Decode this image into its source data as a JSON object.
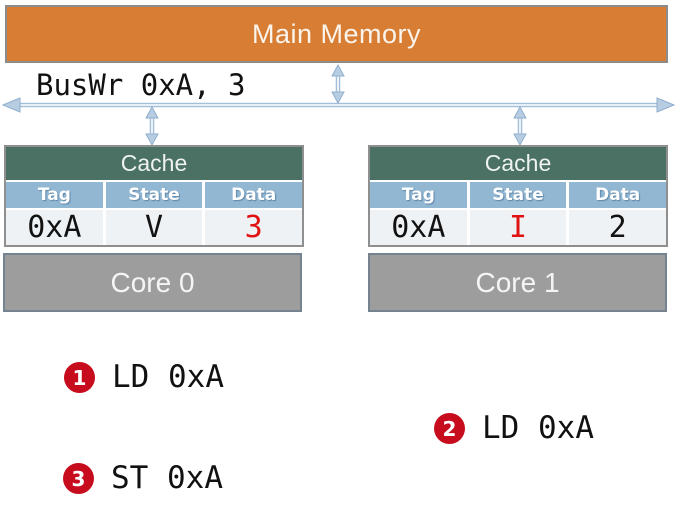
{
  "memory": {
    "label": "Main Memory"
  },
  "bus": {
    "label": "BusWr 0xA, 3"
  },
  "caches": [
    {
      "title": "Cache",
      "columns": [
        "Tag",
        "State",
        "Data"
      ],
      "row": {
        "tag": "0xA",
        "state": "V",
        "data": "3"
      },
      "state_red": false,
      "data_red": true
    },
    {
      "title": "Cache",
      "columns": [
        "Tag",
        "State",
        "Data"
      ],
      "row": {
        "tag": "0xA",
        "state": "I",
        "data": "2"
      },
      "state_red": true,
      "data_red": false
    }
  ],
  "cores": [
    {
      "label": "Core 0"
    },
    {
      "label": "Core 1"
    }
  ],
  "events": [
    {
      "number": "1",
      "label": "LD 0xA"
    },
    {
      "number": "2",
      "label": "LD 0xA"
    },
    {
      "number": "3",
      "label": "ST 0xA"
    }
  ],
  "colors": {
    "memory_fill": "#d87e34",
    "memory_border": "#8c8c8c",
    "cache_header_bg": "#4b7064",
    "column_header_bg": "#92b7d3",
    "value_row_bg": "#eef2f5",
    "table_border": "#8f8f8f",
    "core_fill": "#9d9d9d",
    "core_border": "#75828f",
    "arrow": "#a4bfd9",
    "red_text": "#e01212",
    "badge_red": "#c60c1d"
  },
  "icons": {
    "bus_arrow": "double-headed-horizontal-arrow",
    "link_arrow": "double-headed-vertical-arrow"
  }
}
